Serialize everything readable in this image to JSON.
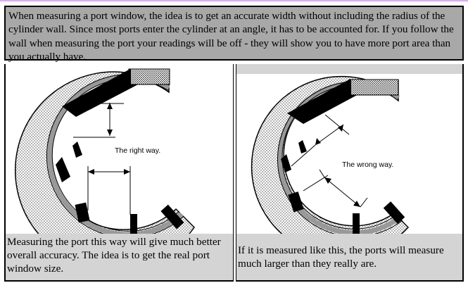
{
  "intro": {
    "text": "When measuring a port window, the idea is to get an accurate width without including the radius of the cylinder wall. Since most ports enter the cylinder at an angle, it has to be accounted for. If you follow the wall when measuring the port your readings will be off - they will show you to have more port area than you actually have."
  },
  "left_panel": {
    "diagram_label": "The right way.",
    "caption": "Measuring the port this way will give much better overall accuracy. The idea is to get the real port window size."
  },
  "right_panel": {
    "diagram_label": "The wrong way.",
    "caption": "If it is measured like this, the ports will measure much larger than they really are."
  }
}
